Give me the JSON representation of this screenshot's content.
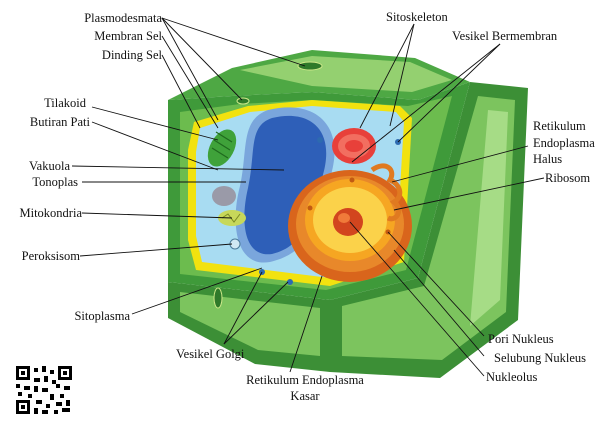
{
  "labels": {
    "plasmodesmata": "Plasmodesmata",
    "membran_sel": "Membran Sel",
    "dinding_sel": "Dinding Sel",
    "tilakoid": "Tilakoid",
    "butiran_pati": "Butiran Pati",
    "vakuola": "Vakuola",
    "tonoplas": "Tonoplas",
    "mitokondria": "Mitokondria",
    "peroksisom": "Peroksisom",
    "sitoplasma": "Sitoplasma",
    "vesikel_golgi": "Vesikel Golgi",
    "re_kasar_1": "Retikulum Endoplasma",
    "re_kasar_2": "Kasar",
    "sitoskeleton": "Sitoskeleton",
    "vesikel_bermembran": "Vesikel Bermembran",
    "re_halus_1": "Retikulum",
    "re_halus_2": "Endoplasma",
    "re_halus_3": "Halus",
    "ribosom": "Ribosom",
    "pori_nukleus": "Pori Nukleus",
    "selubung_nukleus": "Selubung Nukleus",
    "nukleolus": "Nukleolus"
  },
  "colors": {
    "cell_wall_outer": "#3f9a3a",
    "cell_wall_light": "#8fce6a",
    "membrane": "#f2e20f",
    "cytoplasm": "#a8dcf2",
    "vacuole": "#2e5fb8",
    "nucleus": "#f4a020",
    "nucleolus": "#d2451e",
    "golgi": "#e8403a",
    "chloroplast": "#3fa23a"
  }
}
